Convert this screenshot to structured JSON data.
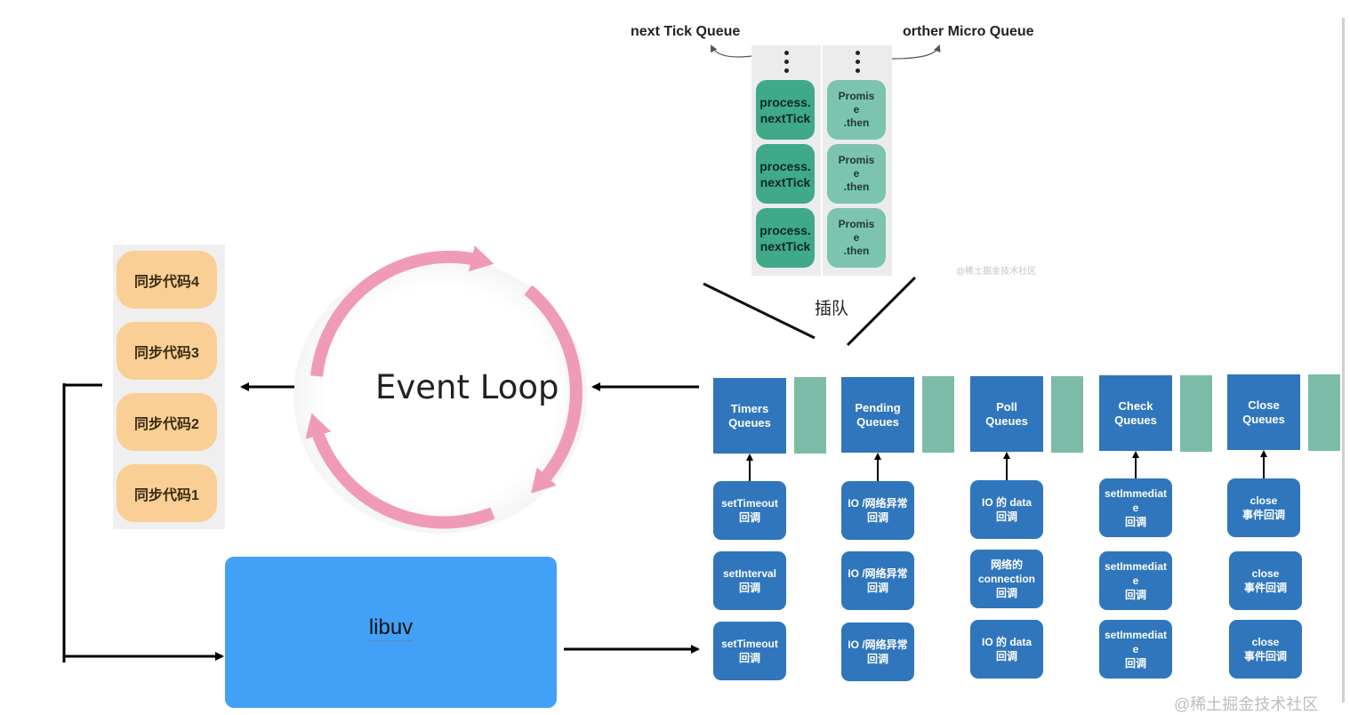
{
  "micro_queues": {
    "next_tick_label": "next Tick Queue",
    "other_micro_label": "orther Micro Queue",
    "next_tick_items": [
      "process.\nnextTick",
      "process.\nnextTick",
      "process.\nnextTick"
    ],
    "promise_items": [
      "Promis\ne\n.then",
      "Promis\ne\n.then",
      "Promis\ne\n.then"
    ],
    "watermark": "@稀土掘金技术社区",
    "insert_label": "插队"
  },
  "sync_stack": {
    "items": [
      "同步代码4",
      "同步代码3",
      "同步代码2",
      "同步代码1"
    ]
  },
  "event_loop": {
    "title": "Event Loop"
  },
  "libuv": {
    "label": "libuv"
  },
  "phases": [
    {
      "title": "Timers\nQueues",
      "callbacks": [
        "setTimeout\n回调",
        "setInterval\n回调",
        "setTimeout\n回调"
      ]
    },
    {
      "title": "Pending\nQueues",
      "callbacks": [
        "IO /网络异常\n回调",
        "IO /网络异常\n回调",
        "IO /网络异常\n回调"
      ]
    },
    {
      "title": "Poll\nQueues",
      "callbacks": [
        "IO 的 data\n回调",
        "网络的\nconnection\n回调",
        "IO 的 data\n回调"
      ]
    },
    {
      "title": "Check\nQueues",
      "callbacks": [
        "setImmediat\ne\n回调",
        "setImmediat\ne\n回调",
        "setImmediat\ne\n回调"
      ]
    },
    {
      "title": "Close\nQueues",
      "callbacks": [
        "close\n事件回调",
        "close\n事件回调",
        "close\n事件回调"
      ]
    }
  ],
  "footer_watermark": "@稀土掘金技术社区",
  "colors": {
    "phase_blue": "#2f76bd",
    "gap_green": "#7dbba9",
    "tick_green": "#3fa98a",
    "promise_green": "#7cc4b0",
    "sync_orange": "#f9cf95",
    "loop_pink": "#f09ab9",
    "libuv_blue": "#42a0f7"
  }
}
